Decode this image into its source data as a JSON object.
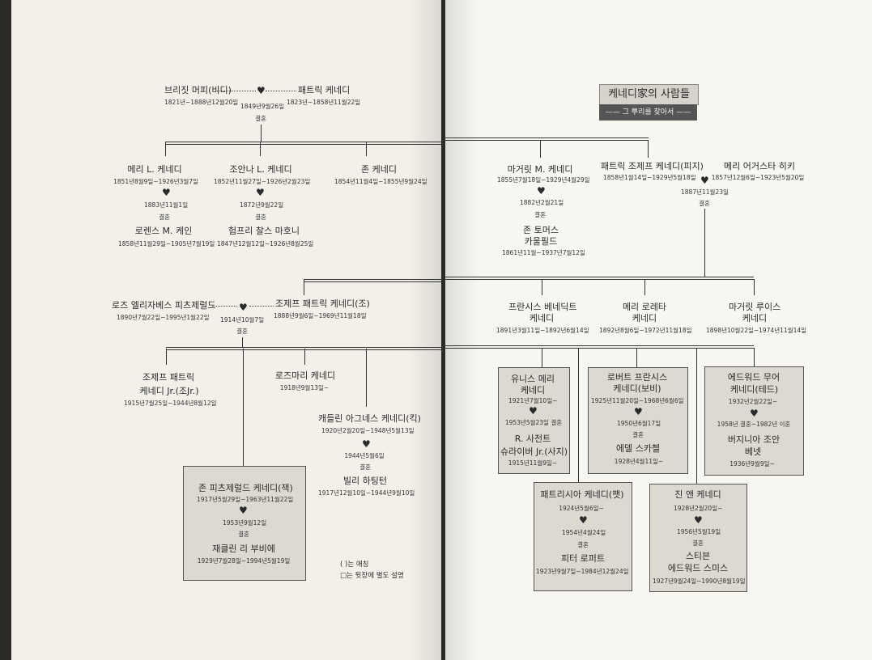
{
  "title": {
    "main": "케네디家의 사람들",
    "sub": "—— 그 뿌리를 찾아서 ——"
  },
  "gen1": {
    "bridget": {
      "name": "브리짓 머피(비디)",
      "dates": "1821년~1888년12월20일"
    },
    "patrick": {
      "name": "패트릭 케네디",
      "dates": "1823년~1858년11월22일"
    },
    "marriage": "1849년9월26일",
    "wed": "결혼"
  },
  "gen2": {
    "mary_l": {
      "name": "메리 L. 케네디",
      "dates": "1851년8월9일~1926년3월7일",
      "marriage": "1883년11월1일",
      "wed": "결혼",
      "spouse": "로렌스 M. 케인",
      "spouse_dates": "1858년11월29일~1905년7월19일"
    },
    "joanna": {
      "name": "조안나 L. 케네디",
      "dates": "1852년11월27일~1926년2월23일",
      "marriage": "1872년9월22일",
      "wed": "결혼",
      "spouse": "험프리 찰스 마호니",
      "spouse_dates": "1847년12월12일~1926년8월25일"
    },
    "john": {
      "name": "존 케네디",
      "dates": "1854년11월4일~1855년9월24일"
    },
    "margaret_m": {
      "name_l1": "마거릿 M. 케네디",
      "dates": "1855년7월18일~1929년4월29일",
      "marriage": "1882년2월21일",
      "wed": "결혼",
      "spouse_l1": "존 토머스",
      "spouse_l2": "카울필드",
      "spouse_dates": "1861년11월~1937년7월12일"
    },
    "pj": {
      "name": "패트릭 조제프 케네디(피지)",
      "dates": "1858년1월14일~1929년5월18일"
    },
    "mary_augusta": {
      "name": "메리 어거스타 히키",
      "dates": "1857년12월6일~1923년5월20일"
    },
    "pj_marriage": "1887년11월23일",
    "pj_wed": "결혼"
  },
  "gen3": {
    "rose": {
      "name": "로즈 엘리자베스 피츠제럴드",
      "dates": "1890년7월22일~1995년1월22일"
    },
    "joe_sr": {
      "name": "조제프 패트릭 케네디(조)",
      "dates": "1888년9월6일~1969년11월18일"
    },
    "marriage": "1914년10월7일",
    "wed": "결혼",
    "francis": {
      "name_l1": "프란시스 베네딕트",
      "name_l2": "케네디",
      "dates": "1891년3월11일~1892년6월14일"
    },
    "mary_loretta": {
      "name_l1": "메리 로레타",
      "name_l2": "케네디",
      "dates": "1892년8월6일~1972년11월18일"
    },
    "margaret_louise": {
      "name_l1": "마거릿 루이스",
      "name_l2": "케네디",
      "dates": "1898년10월22일~1974년11월14일"
    }
  },
  "gen4": {
    "joe_jr": {
      "name_l1": "조제프 패트릭",
      "name_l2": "케네디 Jr.(조Jr.)",
      "dates": "1915년7월25일~1944년8월12일"
    },
    "rosemary": {
      "name": "로즈마리 케네디",
      "dates": "1918년9월13일~"
    },
    "kathleen": {
      "name": "캐들린 아그네스 케네디(킥)",
      "dates": "1920년2월20일~1948년5월13일",
      "marriage": "1944년5월6일",
      "wed": "결혼",
      "spouse": "빌리 하팅턴",
      "spouse_dates": "1917년12월10일~1944년9월10일"
    },
    "jfk": {
      "name": "존 피츠제럴드 케네디(잭)",
      "dates": "1917년5월29일~1963년11월22일",
      "marriage": "1953년9월12일",
      "wed": "결혼",
      "spouse": "재클린 리 부비에",
      "spouse_dates": "1929년7월28일~1994년5월19일"
    },
    "eunice": {
      "name_l1": "유니스 메리",
      "name_l2": "케네디",
      "dates": "1921년7월10일~",
      "marriage": "1953년5월23일 결혼",
      "spouse_l1": "R. 사전트",
      "spouse_l2": "슈라이버 Jr.(사지)",
      "spouse_dates": "1915년11월9일~"
    },
    "robert": {
      "name_l1": "로버트 프란시스",
      "name_l2": "케네디(보비)",
      "dates": "1925년11월20일~1968년6월6일",
      "marriage": "1950년6월17일",
      "wed": "결혼",
      "spouse": "에델 스카첼",
      "spouse_dates": "1928년4월11일~"
    },
    "edward": {
      "name_l1": "에드워드 무어",
      "name_l2": "케네디(테드)",
      "dates": "1932년2월22일~",
      "marriage": "1958년 결혼~1982년 이혼",
      "spouse_l1": "버지니아 조안",
      "spouse_l2": "베넷",
      "spouse_dates": "1936년9월9일~"
    },
    "patricia": {
      "name": "패트리시아 케네디(팻)",
      "dates": "1924년5월6일~",
      "marriage": "1954년4월24일",
      "wed": "결혼",
      "spouse": "피터 로퍼트",
      "spouse_dates": "1923년9월7일~1984년12월24일"
    },
    "jean": {
      "name": "진 앤 케네디",
      "dates": "1928년2월20일~",
      "marriage": "1956년5월19일",
      "wed": "결혼",
      "spouse_l1": "스티븐",
      "spouse_l2": "에드워드 스미스",
      "spouse_dates": "1927년9월24일~1990년8월19일"
    }
  },
  "legend": {
    "nickname": "( )는 애칭",
    "box_note": "□는 뒷장에 별도 설명"
  },
  "colors": {
    "paper_left": "#f2f0e9",
    "paper_right": "#f7f6f1",
    "box_fill": "#dcd9d1",
    "title_bar": "#555555"
  }
}
